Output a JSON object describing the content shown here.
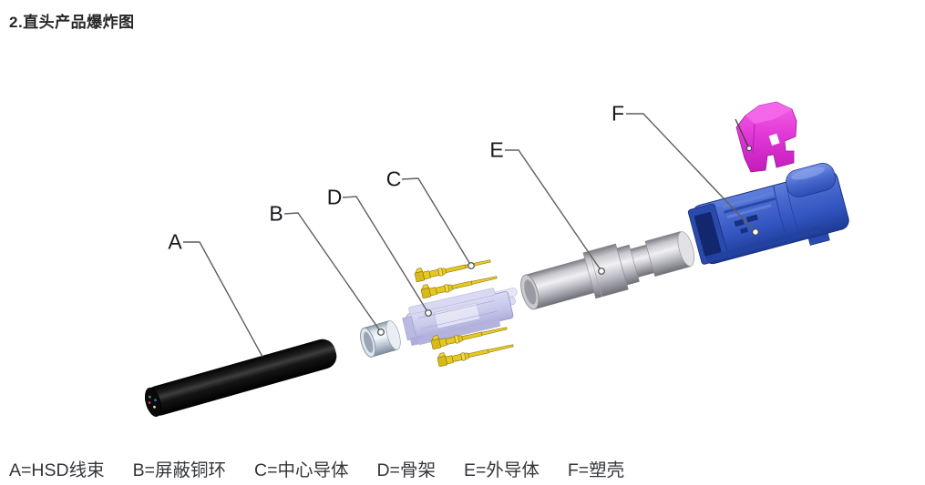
{
  "title": "2.直头产品爆炸图",
  "figure": {
    "parts": [
      {
        "id": "A",
        "name": "HSD线束",
        "color": "#141414"
      },
      {
        "id": "B",
        "name": "屏蔽铜环",
        "color": "#c3ccd8"
      },
      {
        "id": "C",
        "name": "中心导体",
        "color": "#e6c81e"
      },
      {
        "id": "D",
        "name": "骨架",
        "color": "#c9c9ec"
      },
      {
        "id": "E",
        "name": "外导体",
        "color": "#c4c4c9"
      },
      {
        "id": "F",
        "name": "塑壳",
        "color": "#3a5ec9"
      }
    ],
    "extra_colors": {
      "lock_cover": "#e233d6",
      "leader_line": "#5f5f5f"
    }
  },
  "legend": {
    "items": [
      "A=HSD线束",
      "B=屏蔽铜环",
      "C=中心导体",
      "D=骨架",
      "E=外导体",
      "F=塑壳"
    ]
  }
}
